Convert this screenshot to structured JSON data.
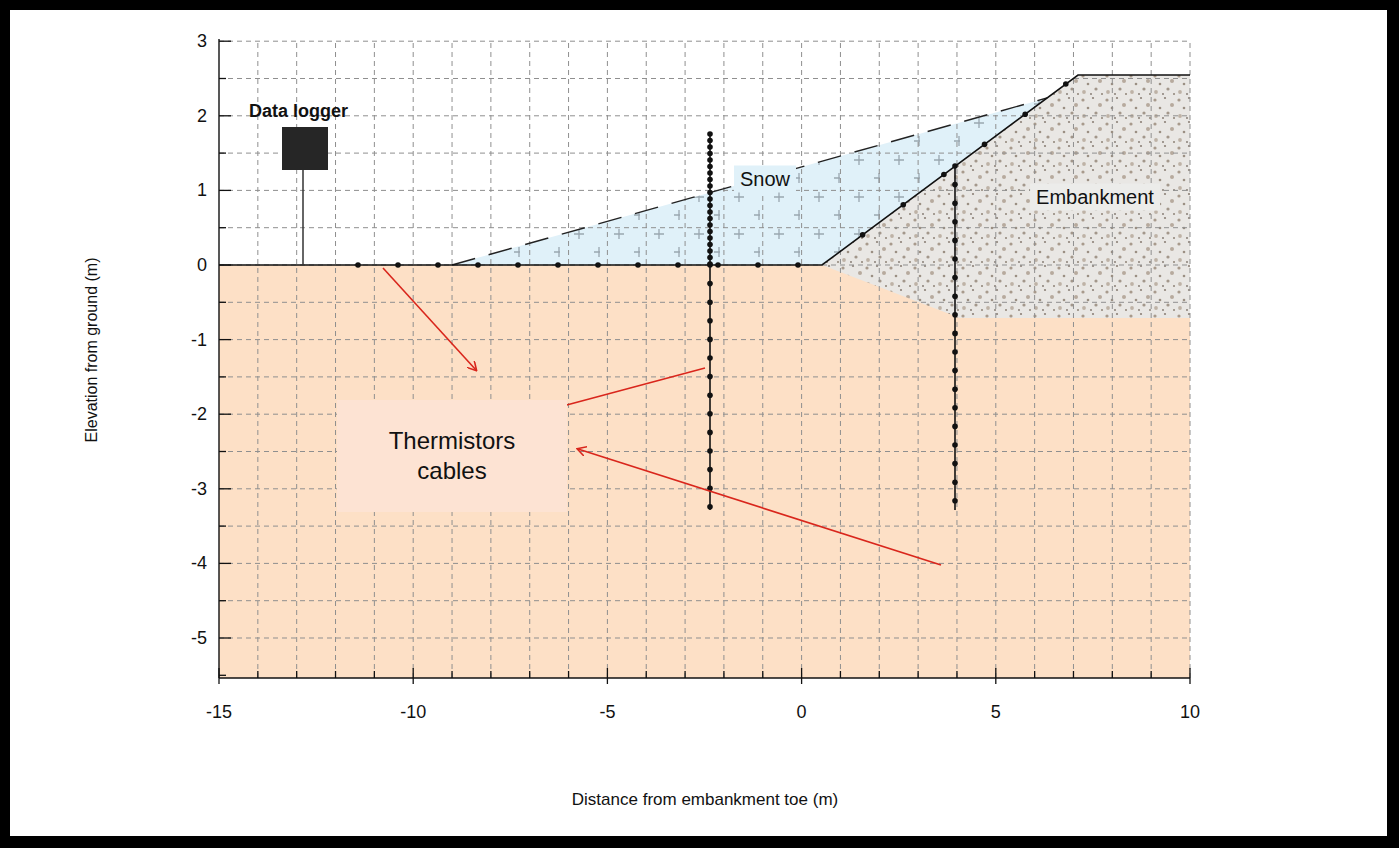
{
  "diagram": {
    "nodes": [
      {
        "text": [
          "Thermistors cables"
        ]
      }
    ],
    "labels": [
      "3",
      "2",
      "1",
      "0",
      "-1",
      "-2",
      "-3",
      "-4",
      "-5",
      "-15",
      "-10",
      "-5",
      "0",
      "5",
      "10",
      "Elevation from ground (m)",
      "Distance from embankment toe (m)",
      "Data logger",
      "Snow",
      "Embankment"
    ]
  }
}
